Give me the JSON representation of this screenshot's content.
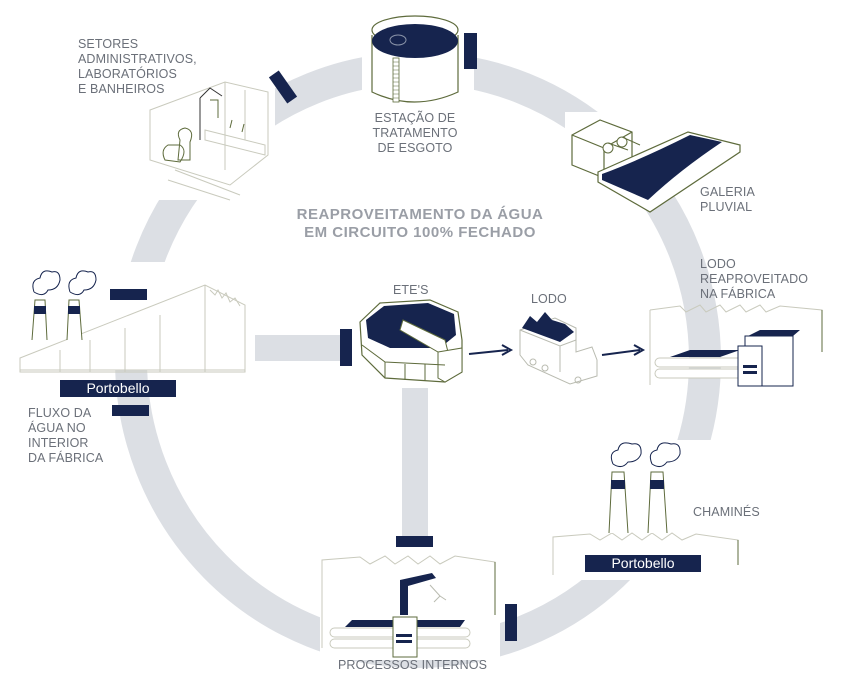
{
  "title": {
    "line1": "REAPROVEITAMENTO DA ÁGUA",
    "line2": "EM CIRCUITO 100% FECHADO"
  },
  "nodes": {
    "setores": {
      "lines": [
        "SETORES",
        "ADMINISTRATIVOS,",
        "LABORATÓRIOS",
        "E BANHEIROS"
      ]
    },
    "estacao": {
      "lines": [
        "ESTAÇÃO DE",
        "TRATAMENTO",
        "DE ESGOTO"
      ]
    },
    "galeria": {
      "lines": [
        "GALERIA",
        "PLUVIAL"
      ]
    },
    "etes": {
      "label": "ETE'S"
    },
    "lodo": {
      "label": "LODO"
    },
    "lodo_reaproveitado": {
      "lines": [
        "LODO",
        "REAPROVEITADO",
        "NA FÁBRICA"
      ]
    },
    "fluxo": {
      "lines": [
        "FLUXO DA",
        "ÁGUA NO",
        "INTERIOR",
        "DA FÁBRICA"
      ]
    },
    "chamines": {
      "label": "CHAMINÉS"
    },
    "processos": {
      "label": "PROCESSOS INTERNOS"
    }
  },
  "brand": {
    "factory_sign": "Portobello",
    "chimney_sign": "Portobello"
  },
  "colors": {
    "navy": "#16244e",
    "ring_gray": "#dcdfe4",
    "line_olive": "#5e6b3c",
    "line_light": "#c9cabd",
    "text_gray": "#6b7079",
    "title_gray": "#9a9ea6"
  }
}
